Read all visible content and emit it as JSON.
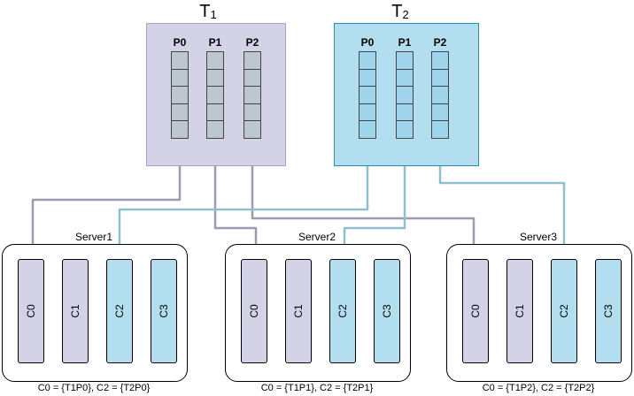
{
  "topics": [
    {
      "title_main": "T",
      "title_sub": "1",
      "partitions": [
        "P0",
        "P1",
        "P2"
      ],
      "fill": "#d4d2e7",
      "cell_fill": "#bdc7cf"
    },
    {
      "title_main": "T",
      "title_sub": "2",
      "partitions": [
        "P0",
        "P1",
        "P2"
      ],
      "fill": "#b2def0",
      "cell_fill": "#a0d4ea"
    }
  ],
  "servers": [
    {
      "name": "Server1",
      "consumers": [
        "C0",
        "C1",
        "C2",
        "C3"
      ],
      "assignment": "C0 = {T1P0}, C2 = {T2P0}"
    },
    {
      "name": "Server2",
      "consumers": [
        "C0",
        "C1",
        "C2",
        "C3"
      ],
      "assignment": "C0 = {T1P1}, C2 = {T2P1}"
    },
    {
      "name": "Server3",
      "consumers": [
        "C0",
        "C1",
        "C2",
        "C3"
      ],
      "assignment": "C0 = {T1P2}, C2 = {T2P2}"
    }
  ],
  "colors": {
    "topic1_wire": "#9e9aae",
    "topic2_wire": "#8fbfcf",
    "consumer_t1": "#d4d2e7",
    "consumer_t2": "#b2def0"
  }
}
